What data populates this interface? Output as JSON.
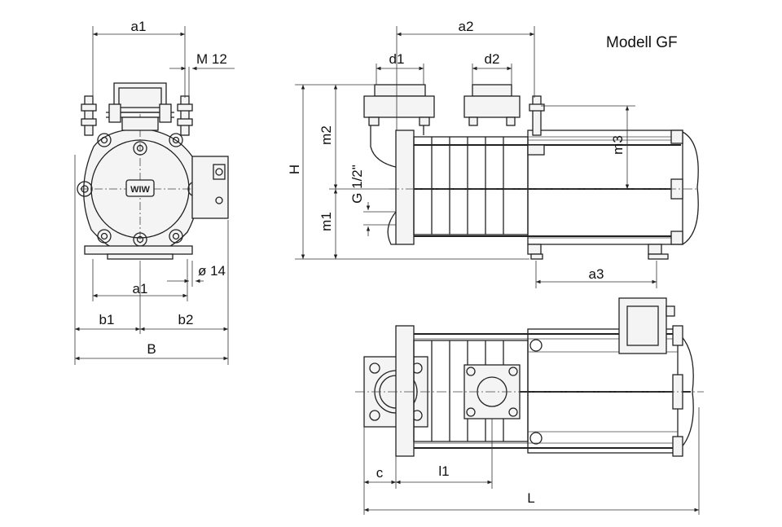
{
  "title": "Modell GF",
  "dimensions": {
    "a1_top": "a1",
    "m12": "M 12",
    "a1_bottom": "a1",
    "o14": "ø 14",
    "b1": "b1",
    "b2": "b2",
    "B": "B",
    "a2": "a2",
    "d1": "d1",
    "d2": "d2",
    "H": "H",
    "m2": "m2",
    "m3": "m3",
    "g12": "G 1/2\"",
    "m1": "m1",
    "a3": "a3",
    "c": "c",
    "l1": "l1",
    "L": "L"
  },
  "badge": "WIW"
}
